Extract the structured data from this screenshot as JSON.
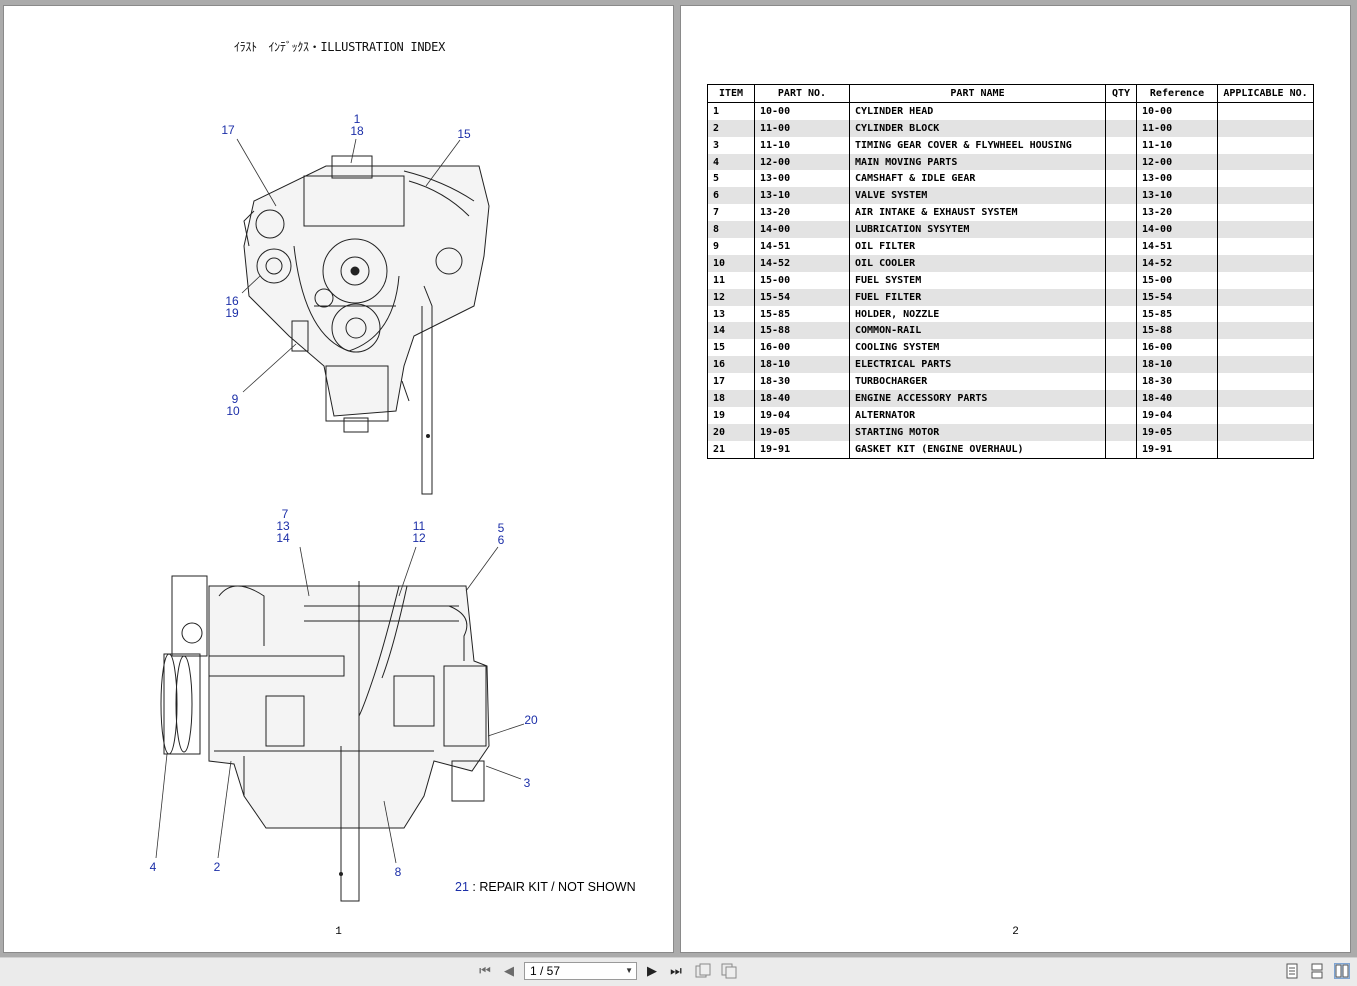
{
  "page1": {
    "title": "ｲﾗｽﾄ　ｲﾝﾃﾞｯｸｽ・ILLUSTRATION INDEX",
    "page_number": "1",
    "callouts_top": [
      "1",
      "18",
      "17",
      "15",
      "16",
      "19",
      "9",
      "10"
    ],
    "callouts_bottom": [
      "7",
      "13",
      "14",
      "11",
      "12",
      "5",
      "6",
      "20",
      "3",
      "4",
      "2",
      "8"
    ],
    "repair_note_num": "21",
    "repair_note_text": " : REPAIR KIT / NOT SHOWN"
  },
  "page2": {
    "page_number": "2",
    "headers": [
      "ITEM",
      "PART NO.",
      "PART NAME",
      "QTY",
      "Reference",
      "APPLICABLE NO."
    ],
    "rows": [
      [
        "1",
        "10-00",
        "CYLINDER HEAD",
        "",
        "10-00",
        ""
      ],
      [
        "2",
        "11-00",
        "CYLINDER BLOCK",
        "",
        "11-00",
        ""
      ],
      [
        "3",
        "11-10",
        "TIMING GEAR COVER & FLYWHEEL HOUSING",
        "",
        "11-10",
        ""
      ],
      [
        "4",
        "12-00",
        "MAIN MOVING PARTS",
        "",
        "12-00",
        ""
      ],
      [
        "5",
        "13-00",
        "CAMSHAFT & IDLE GEAR",
        "",
        "13-00",
        ""
      ],
      [
        "6",
        "13-10",
        "VALVE SYSTEM",
        "",
        "13-10",
        ""
      ],
      [
        "7",
        "13-20",
        "AIR INTAKE & EXHAUST SYSTEM",
        "",
        "13-20",
        ""
      ],
      [
        "8",
        "14-00",
        "LUBRICATION SYSYTEM",
        "",
        "14-00",
        ""
      ],
      [
        "9",
        "14-51",
        "OIL FILTER",
        "",
        "14-51",
        ""
      ],
      [
        "10",
        "14-52",
        "OIL COOLER",
        "",
        "14-52",
        ""
      ],
      [
        "11",
        "15-00",
        "FUEL SYSTEM",
        "",
        "15-00",
        ""
      ],
      [
        "12",
        "15-54",
        "FUEL FILTER",
        "",
        "15-54",
        ""
      ],
      [
        "13",
        "15-85",
        "HOLDER, NOZZLE",
        "",
        "15-85",
        ""
      ],
      [
        "14",
        "15-88",
        "COMMON-RAIL",
        "",
        "15-88",
        ""
      ],
      [
        "15",
        "16-00",
        "COOLING SYSTEM",
        "",
        "16-00",
        ""
      ],
      [
        "16",
        "18-10",
        "ELECTRICAL PARTS",
        "",
        "18-10",
        ""
      ],
      [
        "17",
        "18-30",
        "TURBOCHARGER",
        "",
        "18-30",
        ""
      ],
      [
        "18",
        "18-40",
        "ENGINE ACCESSORY PARTS",
        "",
        "18-40",
        ""
      ],
      [
        "19",
        "19-04",
        "ALTERNATOR",
        "",
        "19-04",
        ""
      ],
      [
        "20",
        "19-05",
        "STARTING MOTOR",
        "",
        "19-05",
        ""
      ],
      [
        "21",
        "19-91",
        "GASKET KIT (ENGINE OVERHAUL)",
        "",
        "19-91",
        ""
      ]
    ]
  },
  "toolbar": {
    "page_indicator": "1 / 57",
    "icons": [
      "first-page-icon",
      "prev-page-icon",
      "next-page-icon",
      "last-page-icon",
      "fit-width-icon",
      "fit-page-icon",
      "single-page-view-icon",
      "continuous-view-icon",
      "two-page-view-icon"
    ]
  },
  "colors": {
    "callout": "#1c2fa8",
    "row_alt": "#e3e3e3",
    "viewer_bg": "#ababab"
  }
}
